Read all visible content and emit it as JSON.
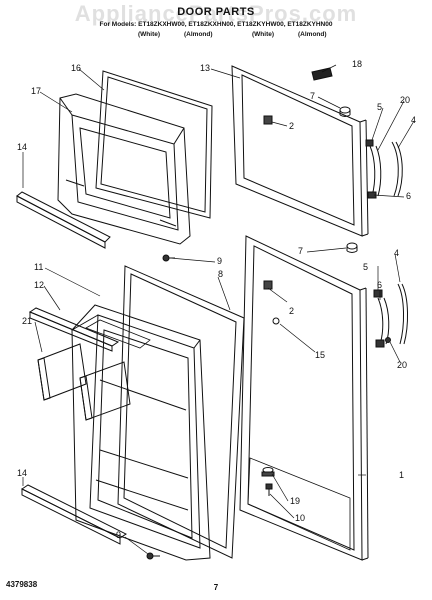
{
  "watermark": "AppliancePartsPros.com",
  "title": "DOOR PARTS",
  "models": "For Models: ET18ZKXHW00, ET18ZKXHN00, ET18ZKYHW00, ET18ZKYHN00",
  "color_labels": [
    "(White)",
    "(Almond)",
    "(White)",
    "(Almond)"
  ],
  "callouts": [
    "1",
    "2",
    "2",
    "4",
    "4",
    "5",
    "5",
    "6",
    "6",
    "7",
    "7",
    "8",
    "9",
    "9",
    "10",
    "11",
    "12",
    "13",
    "14",
    "14",
    "15",
    "16",
    "17",
    "18",
    "19",
    "20",
    "20",
    "21"
  ],
  "footer": {
    "part_number": "4379838",
    "page": "7"
  }
}
